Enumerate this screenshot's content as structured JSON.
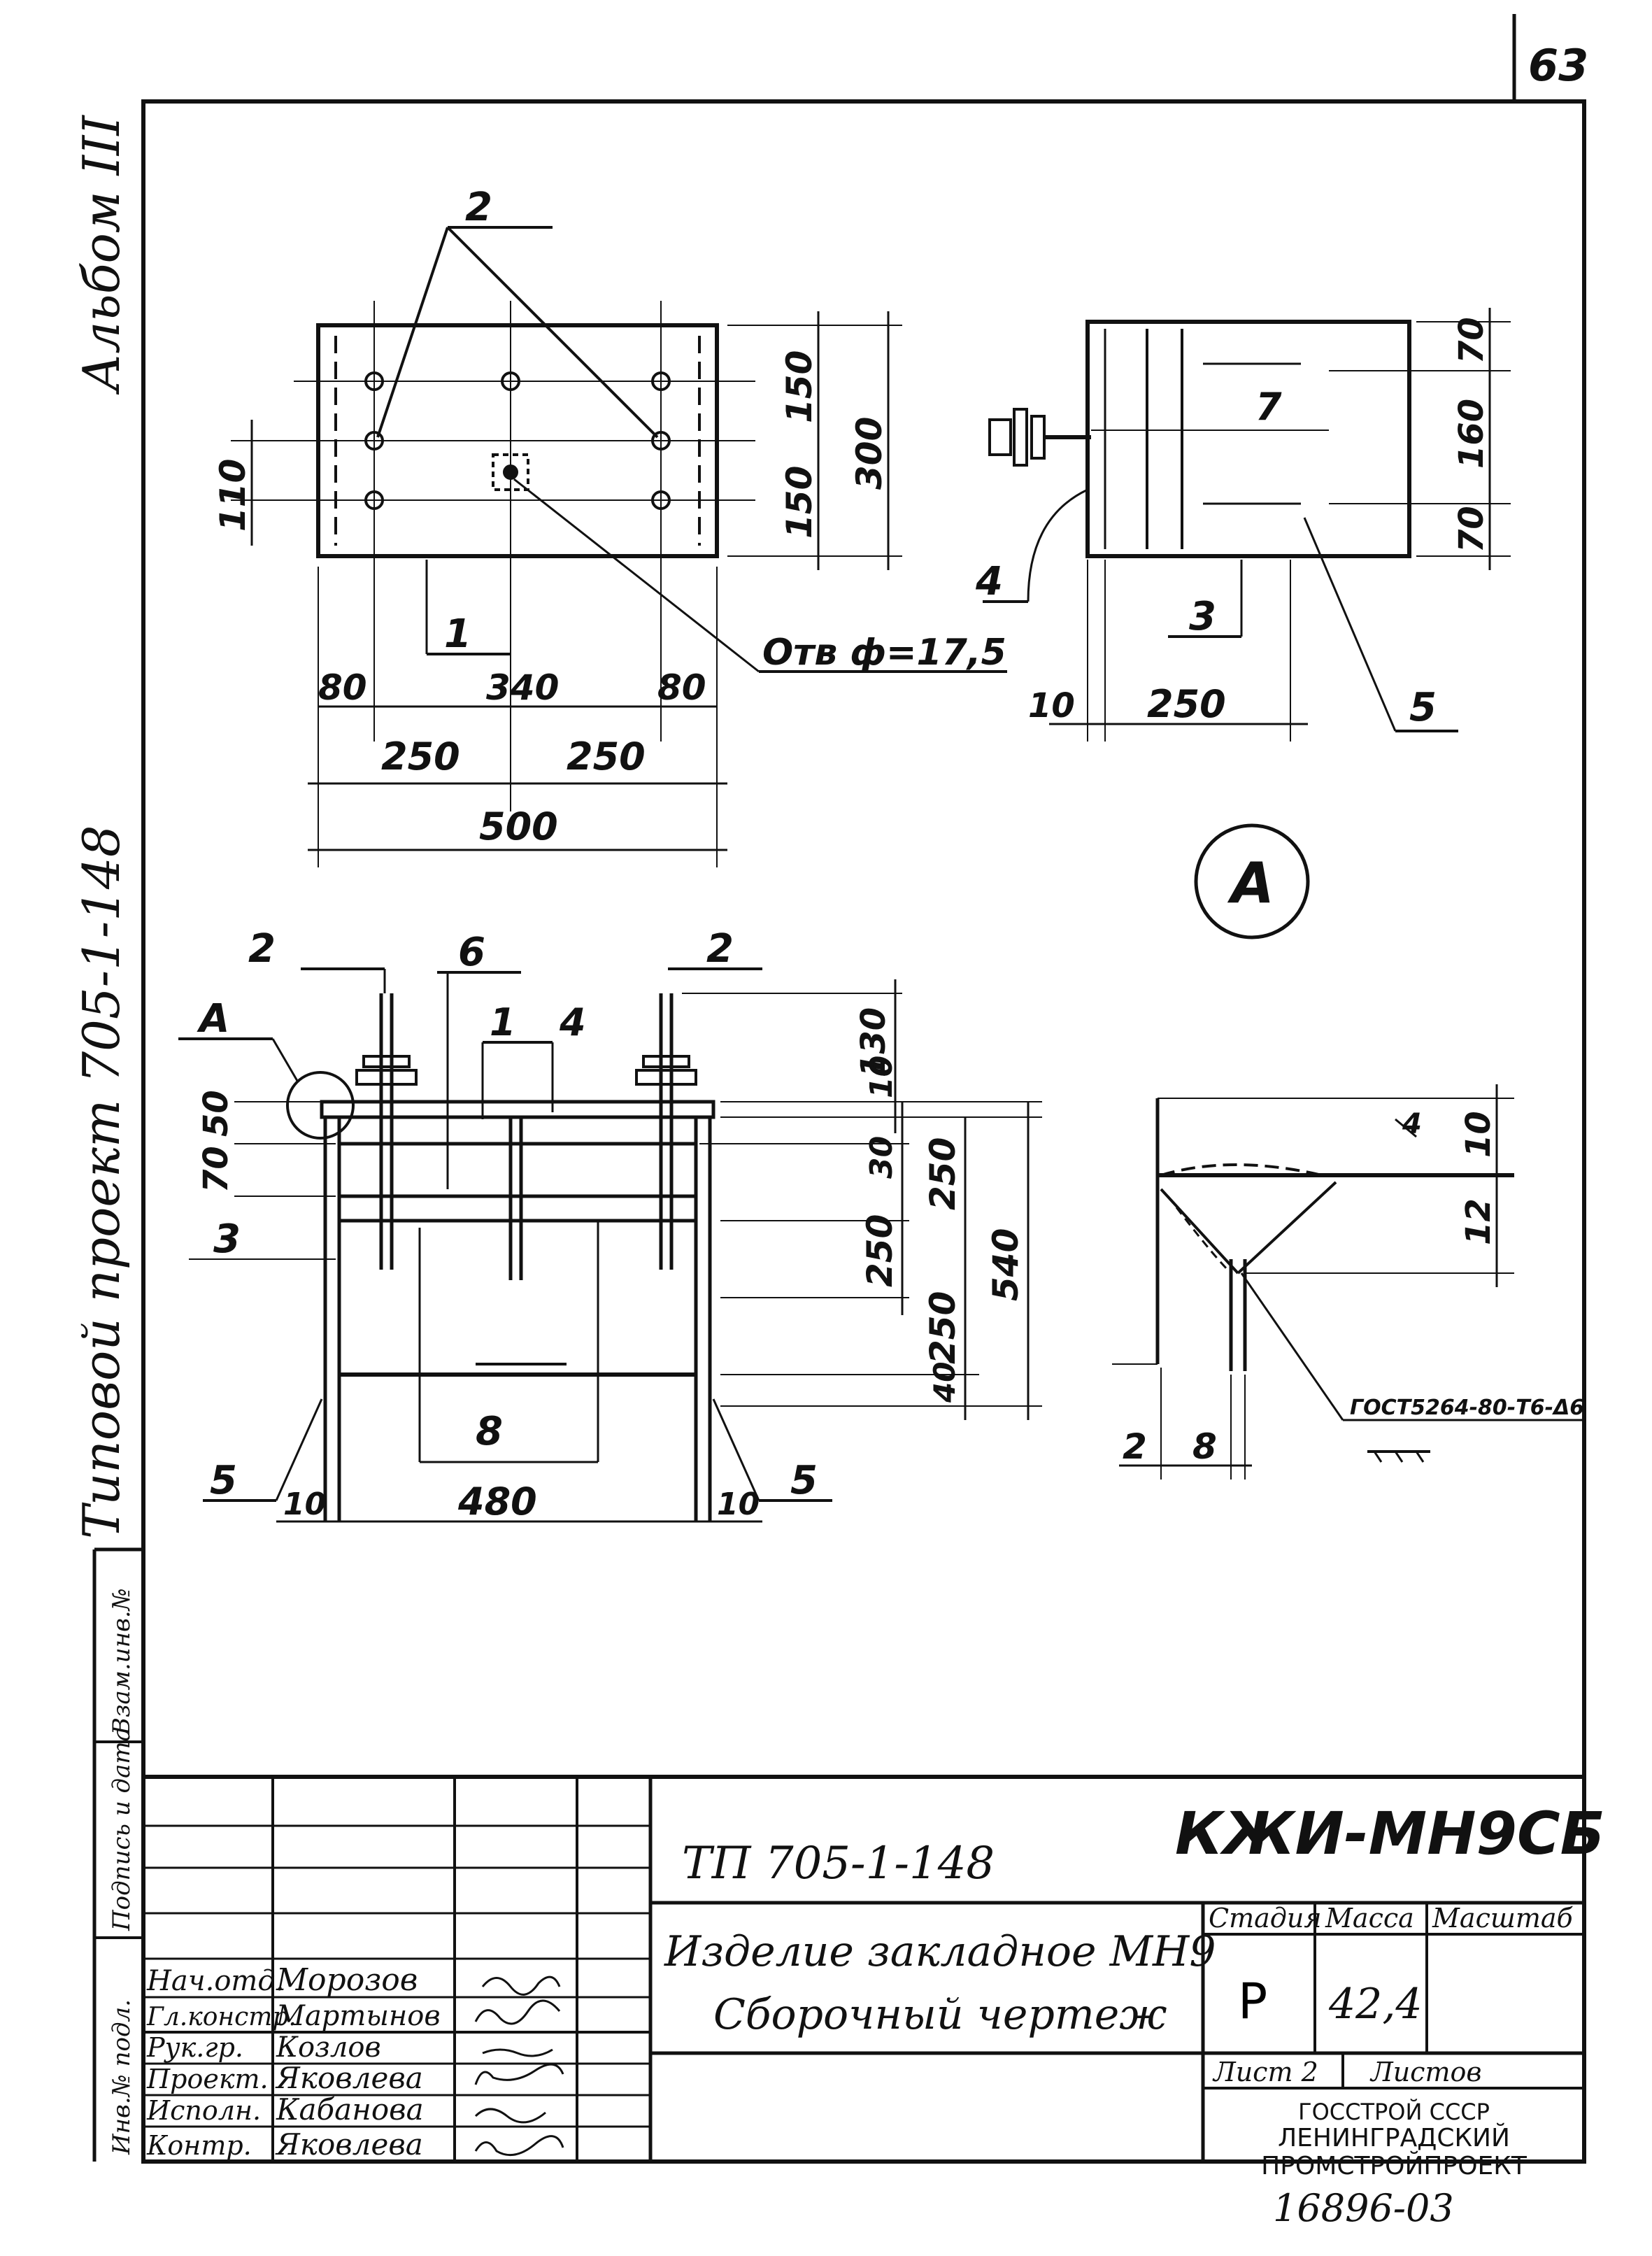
{
  "sheet_number": "63",
  "side_album": "Альбом III",
  "side_project": "Типовой проект 705-1-148",
  "left_stamp_cells": [
    "Инв.№ подл.",
    "Подпись и дата",
    "Взам.инв.№"
  ],
  "plan_view": {
    "leader_2": "2",
    "pos_1": "1",
    "hole_label": "Отв ф=17,5",
    "dim_150_top": "150",
    "dim_150_bottom": "150",
    "dim_300": "300",
    "dim_110": "110",
    "dim_80_left": "80",
    "dim_340": "340",
    "dim_80_right": "80",
    "dim_250_left": "250",
    "dim_250_right": "250",
    "dim_500": "500"
  },
  "side_view": {
    "pos_7": "7",
    "pos_4": "4",
    "pos_3": "3",
    "pos_5": "5",
    "dim_70_top": "70",
    "dim_160": "160",
    "dim_70_bottom": "70",
    "dim_10": "10",
    "dim_250": "250"
  },
  "callout_A": "A",
  "front_view": {
    "pos_2_left": "2",
    "pos_6": "6",
    "pos_1": "1",
    "pos_4": "4",
    "pos_2_right": "2",
    "pos_A": "A",
    "pos_3": "3",
    "pos_8": "8",
    "pos_5_left": "5",
    "pos_5_right": "5",
    "dim_50": "50",
    "dim_70": "70",
    "dim_130": "130",
    "dim_10_top": "10",
    "dim_30": "30",
    "dim_250_a": "250",
    "dim_250_b": "250",
    "dim_250_c": "250",
    "dim_540": "540",
    "dim_40": "40",
    "dim_10_left": "10",
    "dim_480": "480",
    "dim_10_right": "10"
  },
  "detail_A": {
    "dim_10": "10",
    "dim_12": "12",
    "dim_2": "2",
    "dim_8": "8",
    "weld_note": "ГОСТ5264-80-Т6-Δ6",
    "weld_leg": "4"
  },
  "title_block": {
    "project_code": "ТП 705-1-148",
    "drawing_code": "КЖИ-МН9СБ",
    "title_line1": "Изделие закладное МН9",
    "title_line2": "Сборочный чертеж",
    "stage_header": "Стадия",
    "mass_header": "Масса",
    "scale_header": "Масштаб",
    "stage_value": "Р",
    "mass_value": "42,4",
    "sheet_label": "Лист 2",
    "sheets_label": "Листов",
    "org_line1": "ГОССТРОЙ СССР",
    "org_line2": "ЛЕНИНГРАДСКИЙ",
    "org_line3": "ПРОМСТРОЙПРОЕКТ",
    "staff": [
      {
        "role": "Нач.отд.",
        "name": "Морозов"
      },
      {
        "role": "Гл.констр.",
        "name": "Мартынов"
      },
      {
        "role": "Рук.гр.",
        "name": "Козлов"
      },
      {
        "role": "Проект.",
        "name": "Яковлева"
      },
      {
        "role": "Исполн.",
        "name": "Кабанова"
      },
      {
        "role": "Контр.",
        "name": "Яковлева"
      }
    ]
  },
  "bottom_number": "16896-03"
}
